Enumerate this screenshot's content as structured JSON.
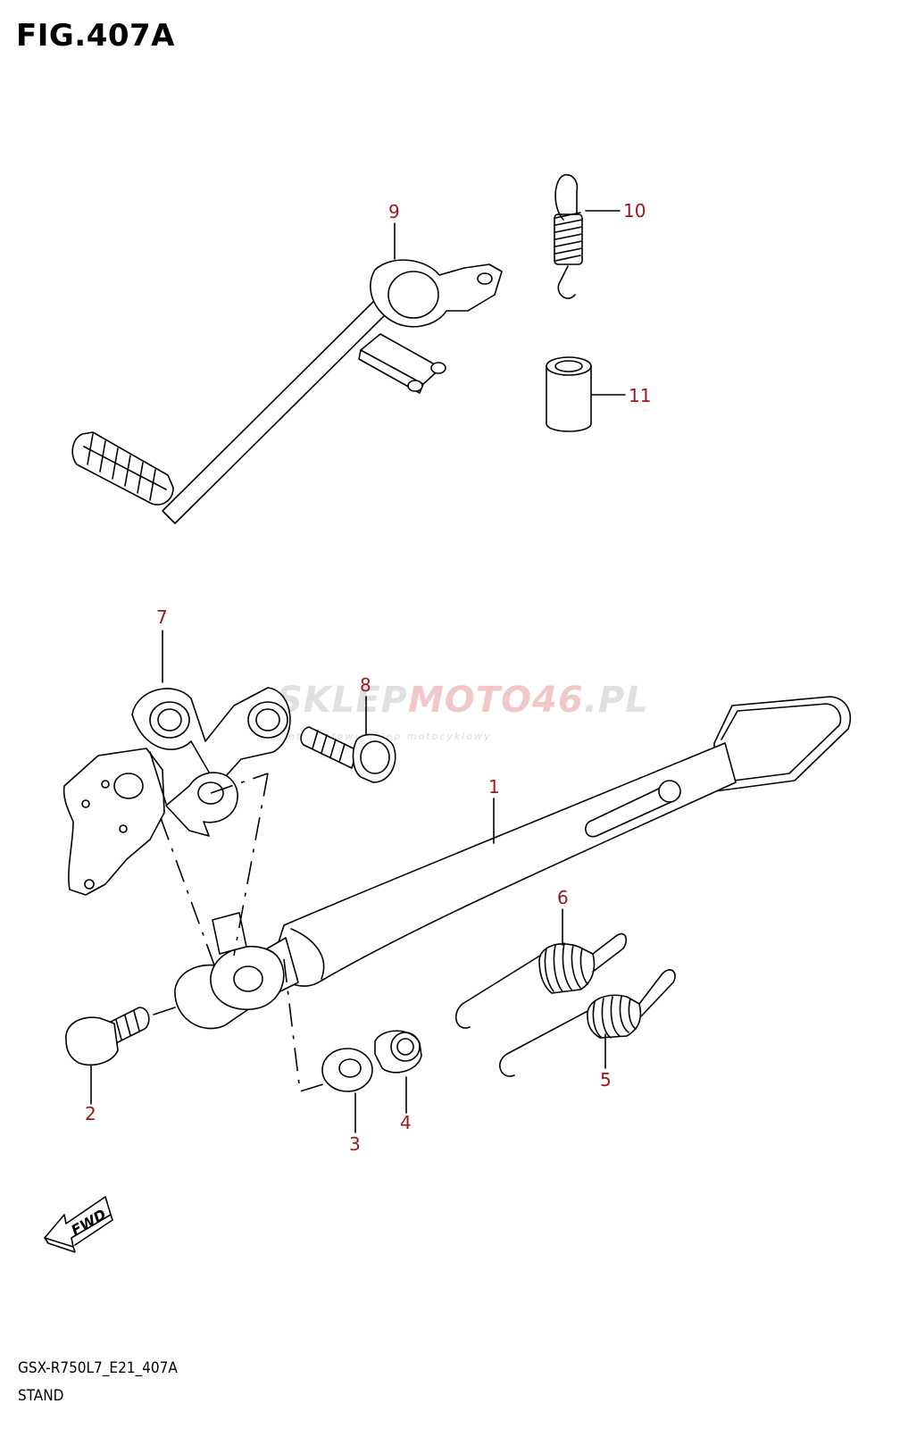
{
  "figure": {
    "title": "FIG.407A",
    "code": "GSX-R750L7_E21_407A",
    "name": "STAND"
  },
  "callouts": [
    "1",
    "2",
    "3",
    "4",
    "5",
    "6",
    "7",
    "8",
    "9",
    "10",
    "11"
  ],
  "watermark": {
    "brand_part1": "SKLEP",
    "brand_part2": "MOTO",
    "brand_part3": "46",
    "brand_part4": ".PL",
    "tagline": "internetowy sklep motocyklowy"
  },
  "fwd_badge": "FWD",
  "colors": {
    "callout": "#a0161b",
    "watermark_gray": "#c8c8c8",
    "watermark_red": "#e89a9a"
  }
}
